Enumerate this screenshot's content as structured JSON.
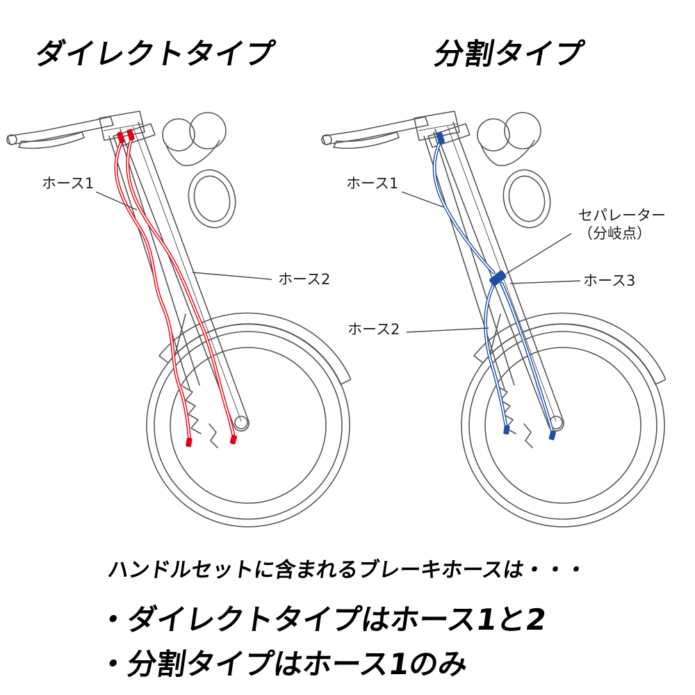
{
  "titles": {
    "direct": "ダイレクトタイプ",
    "split": "分割タイプ"
  },
  "left_labels": {
    "hose1": "ホース1",
    "hose2": "ホース2"
  },
  "right_labels": {
    "hose1": "ホース1",
    "hose2": "ホース2",
    "hose3": "ホース3",
    "separator_line1": "セパレーター",
    "separator_line2": "（分岐点）"
  },
  "footer": {
    "intro": "ハンドルセットに含まれるブレーキホースは・・・",
    "bullet_direct": "・ダイレクトタイプはホース1と2",
    "bullet_split": "・分割タイプはホース1のみ"
  },
  "colors": {
    "direct_hose": "#e60012",
    "split_hose": "#1d50a2",
    "outline": "#555555"
  }
}
